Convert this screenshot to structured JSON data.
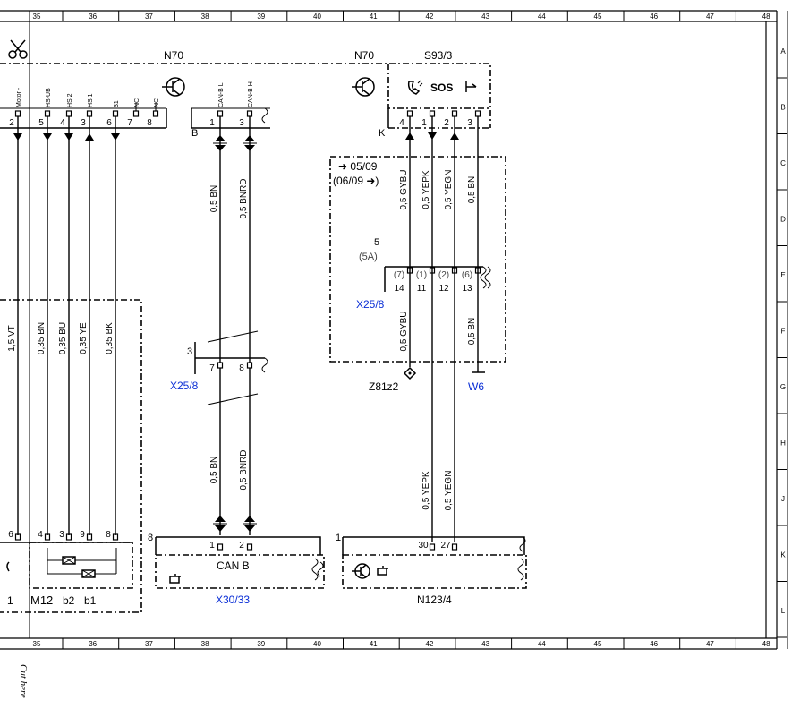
{
  "sheet": {
    "columns": [
      "35",
      "36",
      "37",
      "38",
      "39",
      "40",
      "41",
      "42",
      "43",
      "44",
      "45",
      "46",
      "47",
      "48"
    ],
    "rows": [
      "A",
      "B",
      "C",
      "D",
      "E",
      "F",
      "G",
      "H",
      "J",
      "K",
      "L"
    ],
    "cut_text": "Cut here"
  },
  "components": {
    "n70_left": "N70",
    "n70_right": "N70",
    "s93": "S93/3",
    "sos": "SOS",
    "m12": "M12",
    "m12_b2": "b2",
    "m12_b1": "b1",
    "m12_pin1": "1",
    "x30": "X30/33",
    "can_b": "CAN B",
    "n123": "N123/4",
    "x25_8_left": "X25/8",
    "x25_8_right": "X25/8",
    "z81": "Z81z2",
    "w6": "W6",
    "conn_b": "B",
    "conn_k": "K",
    "x25_left_num": "3",
    "x25_right_num": "5",
    "x25_right_alt": "(5A)",
    "x30_num": "8",
    "n123_num": "1",
    "date_from": "05/09",
    "date_to": "(06/09"
  },
  "n70_pins": {
    "labels": [
      "Motor -",
      "HS-UB",
      "HS 2",
      "HS 1",
      "31",
      "NC",
      "NC"
    ],
    "numbers": [
      "2",
      "5",
      "4",
      "3",
      "6",
      "7",
      "8"
    ],
    "can_labels": [
      "CAN-B L",
      "CAN-B H"
    ],
    "can_numbers": [
      "1",
      "3"
    ]
  },
  "s93_pins": [
    "4",
    "1",
    "2",
    "3"
  ],
  "x25_left_pins": [
    "7",
    "8"
  ],
  "x25_right_pins": {
    "top": [
      "(7)",
      "(1)",
      "(2)",
      "(6)"
    ],
    "bottom": [
      "14",
      "11",
      "12",
      "13"
    ]
  },
  "m12_pins": [
    "6",
    "4",
    "3",
    "9",
    "8"
  ],
  "x30_pins": [
    "1",
    "2"
  ],
  "n123_pins": [
    "30",
    "27"
  ],
  "wires": {
    "left": [
      "1,5 VT",
      "0,35 BN",
      "0,35 BU",
      "0,35 YE",
      "0,35 BK"
    ],
    "can_top": [
      "0,5 BN",
      "0,5 BNRD"
    ],
    "can_bottom": [
      "0,5 BN",
      "0,5 BNRD"
    ],
    "s93": [
      "0,5 GYBU",
      "0,5 YEPK",
      "0,5 YEGN",
      "0,5 BN"
    ],
    "gybu_lower": "0,5 GYBU",
    "bn_lower": "0,5 BN",
    "n123": [
      "0,5 YEPK",
      "0,5 YEGN"
    ]
  }
}
